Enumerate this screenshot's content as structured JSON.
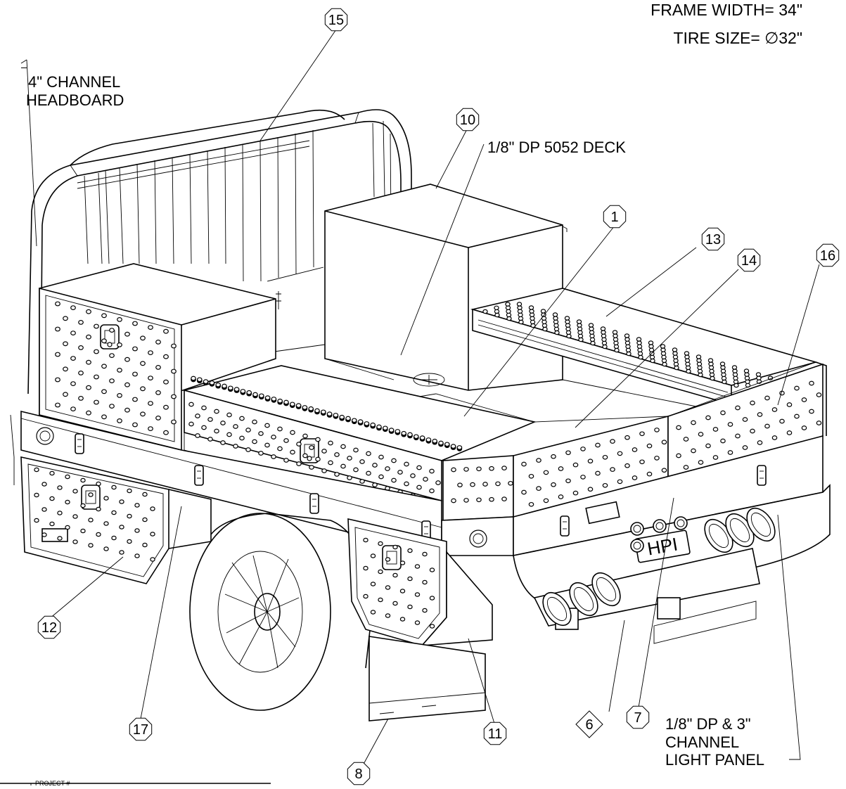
{
  "header": {
    "frame_width": "FRAME WIDTH= 34\"",
    "tire_size": "TIRE SIZE= ∅32\""
  },
  "notes": {
    "headboard_line1": "4\" CHANNEL",
    "headboard_line2": "HEADBOARD",
    "deck": "1/8\" DP 5052 DECK",
    "light_panel_line1": "1/8\" DP & 3\"",
    "light_panel_line2": "CHANNEL",
    "light_panel_line3": "LIGHT PANEL"
  },
  "balloons": [
    {
      "id": "b1",
      "label": "1",
      "shape": "hex"
    },
    {
      "id": "b6",
      "label": "6",
      "shape": "diamond"
    },
    {
      "id": "b7",
      "label": "7",
      "shape": "hex"
    },
    {
      "id": "b8",
      "label": "8",
      "shape": "hex"
    },
    {
      "id": "b10",
      "label": "10",
      "shape": "hex"
    },
    {
      "id": "b11",
      "label": "11",
      "shape": "hex"
    },
    {
      "id": "b12",
      "label": "12",
      "shape": "hex"
    },
    {
      "id": "b13",
      "label": "13",
      "shape": "hex"
    },
    {
      "id": "b14",
      "label": "14",
      "shape": "hex"
    },
    {
      "id": "b15",
      "label": "15",
      "shape": "hex"
    },
    {
      "id": "b16",
      "label": "16",
      "shape": "hex"
    },
    {
      "id": "b17",
      "label": "17",
      "shape": "hex"
    }
  ],
  "logo_text": "HPI",
  "title_block": {
    "project_label": "PROJECT #"
  }
}
